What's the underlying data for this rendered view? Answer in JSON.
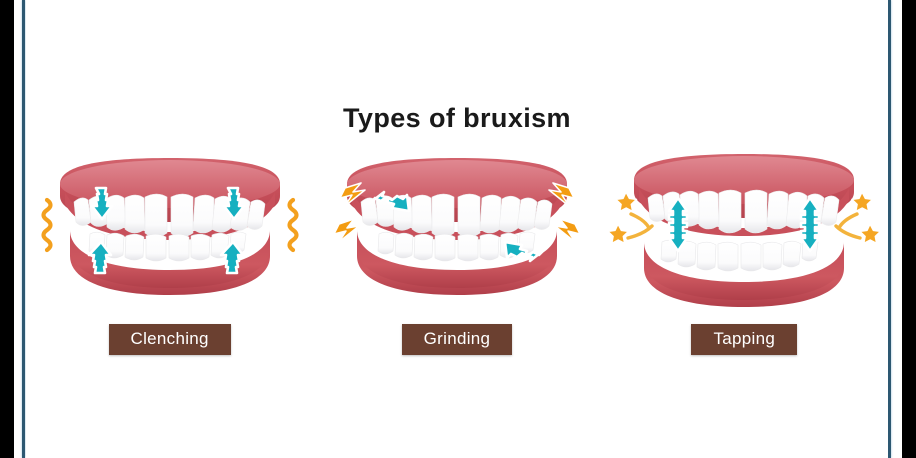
{
  "page": {
    "title": "Types of bruxism",
    "background_color": "#ffffff",
    "frame_color": "#2d5872",
    "gutter_color": "#000000"
  },
  "style": {
    "gum_color": "#c8505b",
    "gum_dark": "#a83b47",
    "gum_light": "#d96a73",
    "tooth_color": "#ffffff",
    "tooth_shadow": "#e2e2e4",
    "arrow_color": "#16b0c0",
    "accent_orange": "#f5a623",
    "accent_orange_dark": "#e8860d",
    "label_bg": "#6b4030",
    "label_text": "#ffffff",
    "title_color": "#1a1a1a"
  },
  "panels": [
    {
      "id": "clenching",
      "label": "Clenching",
      "bite": "closed",
      "arrow_style": "vertical-opposing",
      "effect_icon": "wavy-line-icon",
      "effect_count": 2
    },
    {
      "id": "grinding",
      "label": "Grinding",
      "bite": "closed-offset",
      "arrow_style": "horizontal-sliding",
      "effect_icon": "lightning-bolt-icon",
      "effect_count": 4
    },
    {
      "id": "tapping",
      "label": "Tapping",
      "bite": "open",
      "arrow_style": "double-headed-vertical",
      "effect_icon": "star-icon",
      "effect_count": 4
    }
  ]
}
